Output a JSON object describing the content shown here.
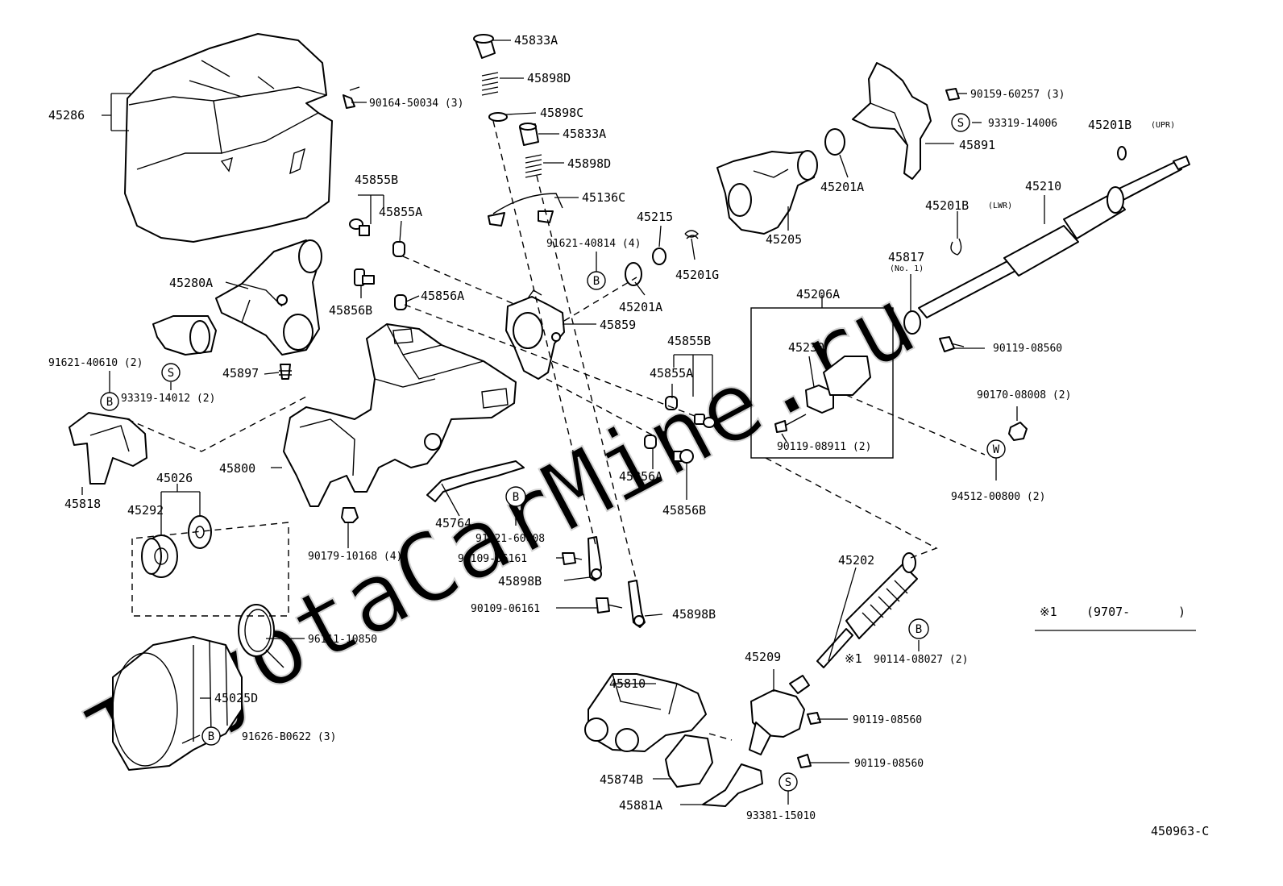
{
  "watermark": "ToyotaCarMine.ru",
  "diagram_code": "450963-C",
  "note": {
    "marker": "※1",
    "range": "(9707-",
    "range_close": ")"
  },
  "symbols": {
    "bolt_b": "B",
    "s": "S",
    "w": "W"
  },
  "labels": {
    "p45286": "45286",
    "p90164": "90164-50034 (3)",
    "p45833a_1": "45833A",
    "p45898d_1": "45898D",
    "p45898c": "45898C",
    "p45833a_2": "45833A",
    "p45898d_2": "45898D",
    "p45136c": "45136C",
    "p45855b_1": "45855B",
    "p45855a_1": "45855A",
    "p45215": "45215",
    "p45201g": "45201G",
    "p91621_40814": "91621-40814 (4)",
    "p45201a_1": "45201A",
    "p45859": "45859",
    "p45280a": "45280A",
    "p45856b_1": "45856B",
    "p45856a_1": "45856A",
    "p91621_40610": "91621-40610 (2)",
    "p93319_14012": "93319-14012 (2)",
    "p45897": "45897",
    "p45818": "45818",
    "p45800": "45800",
    "p45026": "45026",
    "p45292": "45292",
    "p90179": "90179-10168 (4)",
    "p45764": "45764",
    "p91621_60608": "91621-60608",
    "p90109_1": "90109-06161",
    "p45898b_1": "45898B",
    "p90109_2": "90109-06161",
    "p45898b_2": "45898B",
    "p96111": "96111-10850",
    "p45025d": "45025D",
    "p91626": "91626-B0622 (3)",
    "p45855b_2": "45855B",
    "p45855a_2": "45855A",
    "p45856a_2": "45856A",
    "p45856b_2": "45856B",
    "p90159": "90159-60257 (3)",
    "p93319_14006": "93319-14006",
    "p45891": "45891",
    "p45201b_upr": "45201B",
    "upr": "(UPR)",
    "p45201a_2": "45201A",
    "p45205": "45205",
    "p45201b_lwr": "45201B",
    "lwr": "(LWR)",
    "p45210": "45210",
    "p45817": "45817",
    "no1": "(No. 1)",
    "p45206a": "45206A",
    "p45230": "45230",
    "p90119_08911": "90119-08911 (2)",
    "p90119_08560_1": "90119-08560",
    "p90170": "90170-08008 (2)",
    "p94512": "94512-00800 (2)",
    "p45202": "45202",
    "p90114": "90114-08027 (2)",
    "p45209": "45209",
    "p45810": "45810",
    "p90119_08560_2": "90119-08560",
    "p90119_08560_3": "90119-08560",
    "p45874b": "45874B",
    "p45881a": "45881A",
    "p93381": "93381-15010"
  }
}
